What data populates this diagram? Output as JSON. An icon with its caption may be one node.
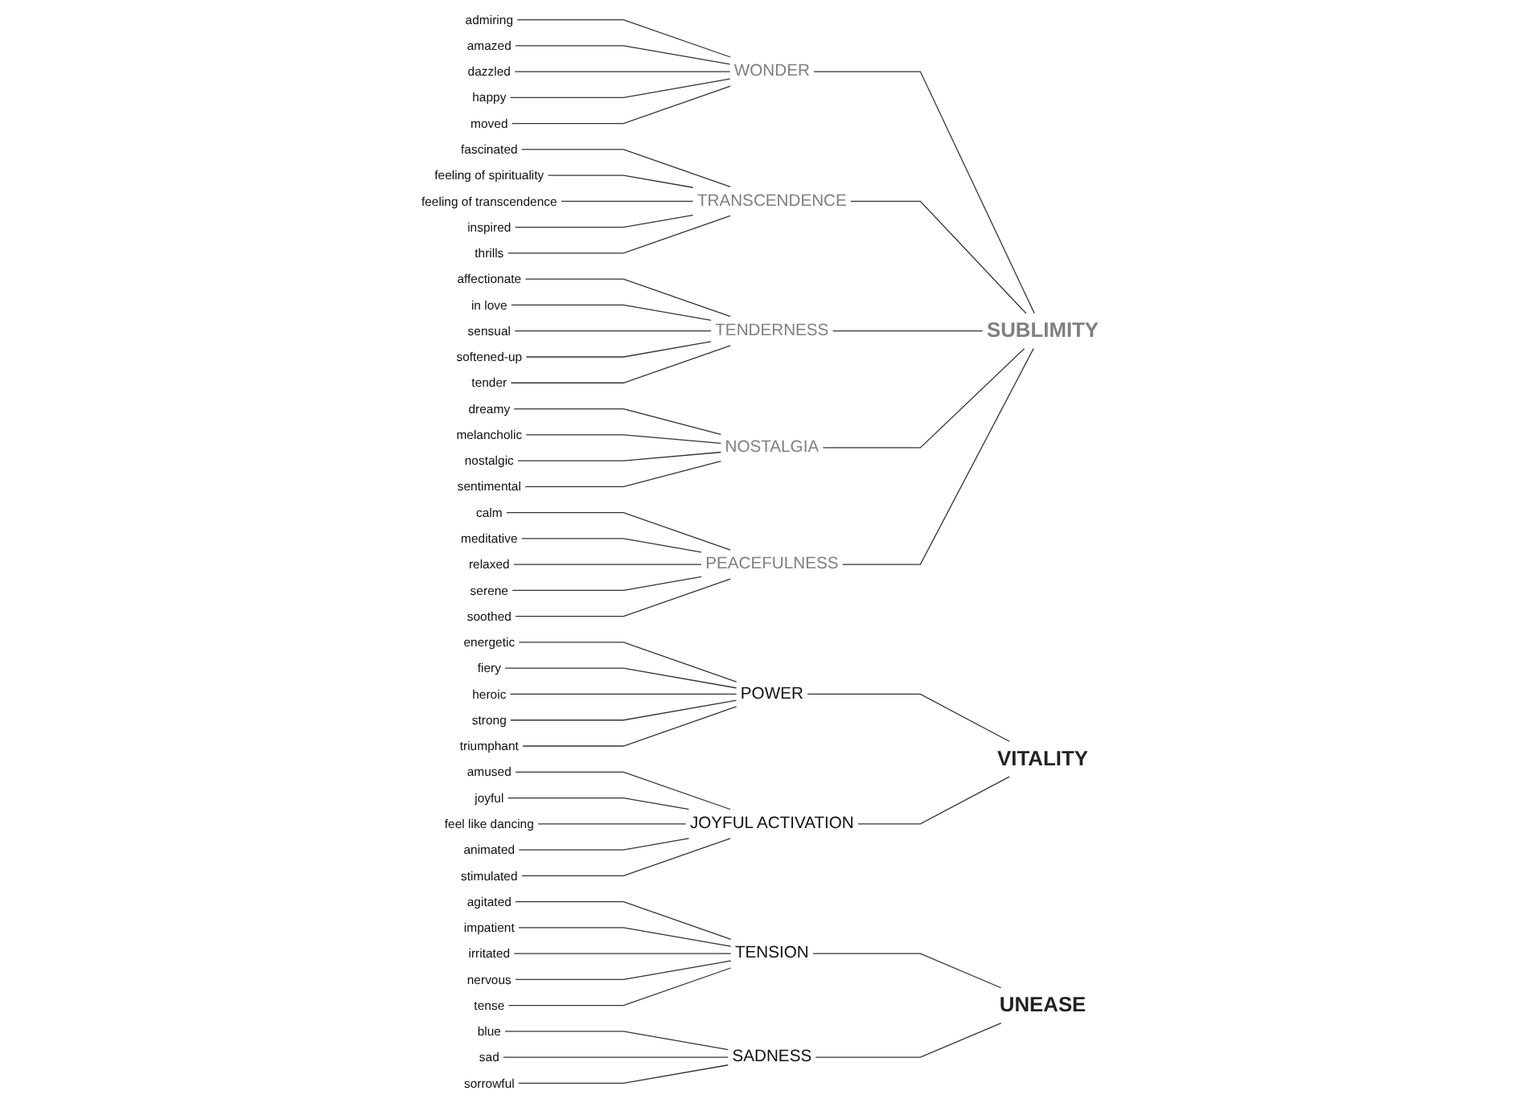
{
  "diagram": {
    "nodes": [
      {
        "text": [
          "admiring"
        ]
      },
      {
        "text": [
          "amazed"
        ]
      },
      {
        "text": [
          "dazzled"
        ]
      },
      {
        "text": [
          "happy"
        ]
      },
      {
        "text": [
          "moved"
        ]
      },
      {
        "text": [
          "fascinated"
        ]
      },
      {
        "text": [
          "feeling of spirituality"
        ]
      },
      {
        "text": [
          "feeling of transcendence"
        ]
      },
      {
        "text": [
          "inspired"
        ]
      },
      {
        "text": [
          "thrills"
        ]
      },
      {
        "text": [
          "affectionate"
        ]
      },
      {
        "text": [
          "in love"
        ]
      },
      {
        "text": [
          "sensual"
        ]
      },
      {
        "text": [
          "softened-up"
        ]
      },
      {
        "text": [
          "tender"
        ]
      },
      {
        "text": [
          "dreamy"
        ]
      },
      {
        "text": [
          "melancholic"
        ]
      },
      {
        "text": [
          "nostalgic"
        ]
      },
      {
        "text": [
          "sentimental"
        ]
      },
      {
        "text": [
          "calm"
        ]
      },
      {
        "text": [
          "meditative"
        ]
      },
      {
        "text": [
          "relaxed"
        ]
      },
      {
        "text": [
          "serene"
        ]
      },
      {
        "text": [
          "soothed"
        ]
      },
      {
        "text": [
          "energetic"
        ]
      },
      {
        "text": [
          "fiery"
        ]
      },
      {
        "text": [
          "heroic"
        ]
      },
      {
        "text": [
          "strong"
        ]
      },
      {
        "text": [
          "triumphant"
        ]
      },
      {
        "text": [
          "amused"
        ]
      },
      {
        "text": [
          "joyful"
        ]
      },
      {
        "text": [
          "feel like dancing"
        ]
      },
      {
        "text": [
          "animated"
        ]
      },
      {
        "text": [
          "stimulated"
        ]
      },
      {
        "text": [
          "agitated"
        ]
      },
      {
        "text": [
          "impatient"
        ]
      },
      {
        "text": [
          "irritated"
        ]
      },
      {
        "text": [
          "nervous"
        ]
      },
      {
        "text": [
          "tense"
        ]
      },
      {
        "text": [
          "blue"
        ]
      },
      {
        "text": [
          "sad"
        ]
      },
      {
        "text": [
          "sorrowful"
        ]
      },
      {
        "text": [
          "WONDER"
        ]
      },
      {
        "text": [
          "TRANSCENDENCE"
        ]
      },
      {
        "text": [
          "TENDERNESS"
        ]
      },
      {
        "text": [
          "NOSTALGIA"
        ]
      },
      {
        "text": [
          "PEACEFULNESS"
        ]
      },
      {
        "text": [
          "POWER"
        ]
      },
      {
        "text": [
          "JOYFUL ACTIVATION"
        ]
      },
      {
        "text": [
          "TENSION"
        ]
      },
      {
        "text": [
          "SADNESS"
        ]
      },
      {
        "text": [
          "SUBLIMITY"
        ]
      },
      {
        "text": [
          "VITALITY"
        ]
      },
      {
        "text": [
          "UNEASE"
        ]
      }
    ],
    "edges": [
      {
        "from": 0,
        "to": 42,
        "arrow": "none"
      },
      {
        "from": 1,
        "to": 42,
        "arrow": "none"
      },
      {
        "from": 2,
        "to": 42,
        "arrow": "none"
      },
      {
        "from": 3,
        "to": 42,
        "arrow": "none"
      },
      {
        "from": 4,
        "to": 42,
        "arrow": "none"
      },
      {
        "from": 5,
        "to": 43,
        "arrow": "none"
      },
      {
        "from": 6,
        "to": 43,
        "arrow": "none"
      },
      {
        "from": 7,
        "to": 43,
        "arrow": "none"
      },
      {
        "from": 8,
        "to": 43,
        "arrow": "none"
      },
      {
        "from": 9,
        "to": 43,
        "arrow": "none"
      },
      {
        "from": 10,
        "to": 44,
        "arrow": "none"
      },
      {
        "from": 11,
        "to": 44,
        "arrow": "none"
      },
      {
        "from": 12,
        "to": 44,
        "arrow": "none"
      },
      {
        "from": 13,
        "to": 44,
        "arrow": "none"
      },
      {
        "from": 14,
        "to": 44,
        "arrow": "none"
      },
      {
        "from": 15,
        "to": 45,
        "arrow": "none"
      },
      {
        "from": 16,
        "to": 45,
        "arrow": "none"
      },
      {
        "from": 17,
        "to": 45,
        "arrow": "none"
      },
      {
        "from": 18,
        "to": 45,
        "arrow": "none"
      },
      {
        "from": 19,
        "to": 46,
        "arrow": "none"
      },
      {
        "from": 20,
        "to": 46,
        "arrow": "none"
      },
      {
        "from": 21,
        "to": 46,
        "arrow": "none"
      },
      {
        "from": 22,
        "to": 46,
        "arrow": "none"
      },
      {
        "from": 23,
        "to": 46,
        "arrow": "none"
      },
      {
        "from": 24,
        "to": 47,
        "arrow": "none"
      },
      {
        "from": 25,
        "to": 47,
        "arrow": "none"
      },
      {
        "from": 26,
        "to": 47,
        "arrow": "none"
      },
      {
        "from": 27,
        "to": 47,
        "arrow": "none"
      },
      {
        "from": 28,
        "to": 47,
        "arrow": "none"
      },
      {
        "from": 29,
        "to": 48,
        "arrow": "none"
      },
      {
        "from": 30,
        "to": 48,
        "arrow": "none"
      },
      {
        "from": 31,
        "to": 48,
        "arrow": "none"
      },
      {
        "from": 32,
        "to": 48,
        "arrow": "none"
      },
      {
        "from": 33,
        "to": 48,
        "arrow": "none"
      },
      {
        "from": 34,
        "to": 49,
        "arrow": "none"
      },
      {
        "from": 35,
        "to": 49,
        "arrow": "none"
      },
      {
        "from": 36,
        "to": 49,
        "arrow": "none"
      },
      {
        "from": 37,
        "to": 49,
        "arrow": "none"
      },
      {
        "from": 38,
        "to": 49,
        "arrow": "none"
      },
      {
        "from": 39,
        "to": 50,
        "arrow": "none"
      },
      {
        "from": 40,
        "to": 50,
        "arrow": "none"
      },
      {
        "from": 41,
        "to": 50,
        "arrow": "none"
      },
      {
        "from": 42,
        "to": 51,
        "arrow": "none"
      },
      {
        "from": 43,
        "to": 51,
        "arrow": "none"
      },
      {
        "from": 44,
        "to": 51,
        "arrow": "none"
      },
      {
        "from": 45,
        "to": 51,
        "arrow": "none"
      },
      {
        "from": 46,
        "to": 51,
        "arrow": "none"
      },
      {
        "from": 47,
        "to": 52,
        "arrow": "none"
      },
      {
        "from": 48,
        "to": 52,
        "arrow": "none"
      },
      {
        "from": 49,
        "to": 53,
        "arrow": "none"
      },
      {
        "from": 50,
        "to": 53,
        "arrow": "none"
      }
    ]
  }
}
